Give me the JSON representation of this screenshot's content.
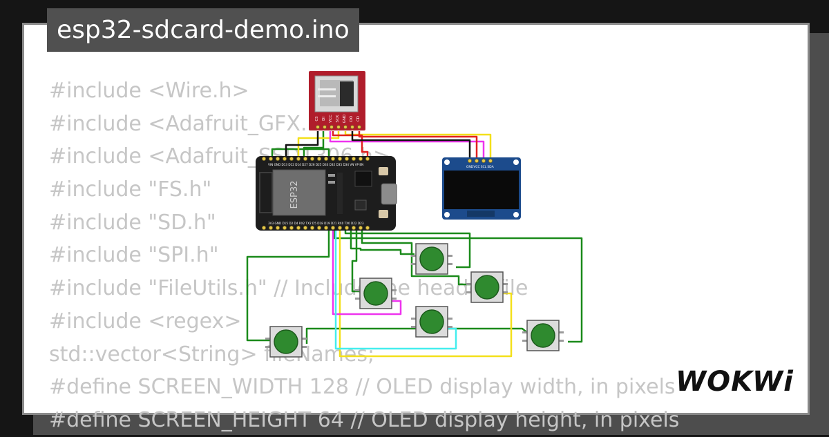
{
  "project": {
    "filename": "esp32-sdcard-demo.ino"
  },
  "code": {
    "lines": [
      "#include <Wire.h>",
      "#include <Adafruit_GFX.h>",
      "#include <Adafruit_SSD1306.h>",
      "#include \"FS.h\"",
      "#include \"SD.h\"",
      "#include \"SPI.h\"",
      "#include \"FileUtils.h\" // Include the header file",
      "#include <regex>",
      "std::vector<String> fileNames;",
      "#define SCREEN_WIDTH 128 // OLED display width, in pixels",
      "#define SCREEN_HEIGHT 64 // OLED display height, in pixels"
    ]
  },
  "circuit": {
    "esp32_label": "ESP32",
    "sd_pins": [
      "CS",
      "DI",
      "VCC",
      "SCK",
      "GND",
      "DO",
      "CD"
    ],
    "oled_pins": [
      "GND",
      "VCC",
      "SCL",
      "SDA"
    ],
    "esp_top_pins": "VIN GND D13 D12 D14 D27 D26 D25 D33 D32 D35 D34 VN VP EN",
    "esp_bottom_pins": "3V3 GND D15 D2 D4 RX2 TX2 D5 D18 D19 D21 RX0 TX0 D22 D23",
    "button_count": 6
  },
  "colors": {
    "tab_bg": "#505050",
    "code_text": "#c6c6c6",
    "sd_board": "#b01d2b",
    "esp_board": "#1d1d1d",
    "oled_board": "#1c4b8c",
    "button_cap": "#2f8a2f",
    "wire_green": "#1a8a1a",
    "wire_yellow": "#f3e01a",
    "wire_magenta": "#ee33ee",
    "wire_cyan": "#44eeee",
    "wire_red": "#e02020",
    "wire_black": "#111111"
  },
  "brand": {
    "logo_text": "WOKWi"
  }
}
